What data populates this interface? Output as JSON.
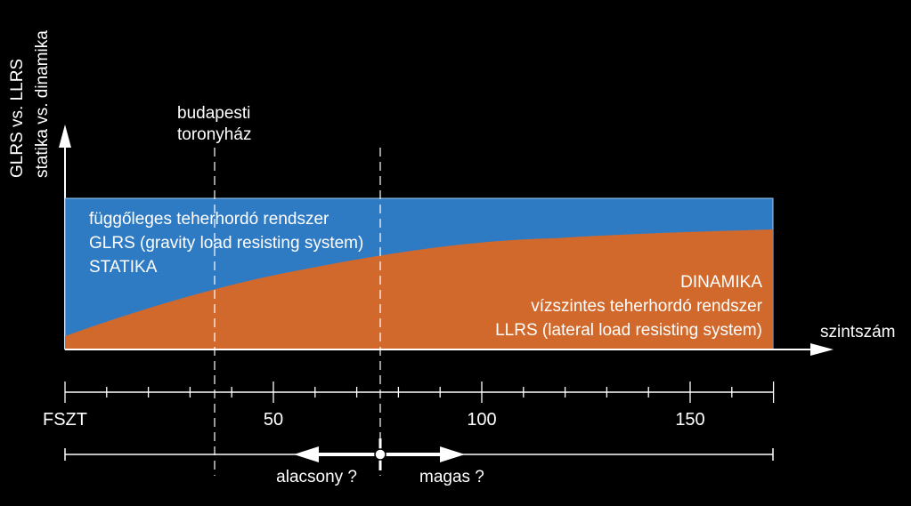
{
  "y_axis": {
    "line1": "GLRS vs. LLRS",
    "line2": "statika vs. dinamika"
  },
  "x_axis": {
    "label": "szintszám",
    "tick_labels": [
      "FSZT",
      "50",
      "100",
      "150"
    ]
  },
  "marker": {
    "line1": "budapesti",
    "line2": "toronyház"
  },
  "top_region": {
    "line1": "függőleges teherhordó rendszer",
    "line2": "GLRS (gravity load resisting system)",
    "line3": "STATIKA"
  },
  "bottom_region": {
    "line1": "DINAMIKA",
    "line2": "vízszintes teherhordó rendszer",
    "line3": "LLRS (lateral load resisting system)"
  },
  "arrows": {
    "left": "alacsony ?",
    "right": "magas ?"
  },
  "colors": {
    "background": "#000000",
    "glrs": "#2e7bc4",
    "llrs": "#d2692c",
    "axis": "#ffffff"
  }
}
